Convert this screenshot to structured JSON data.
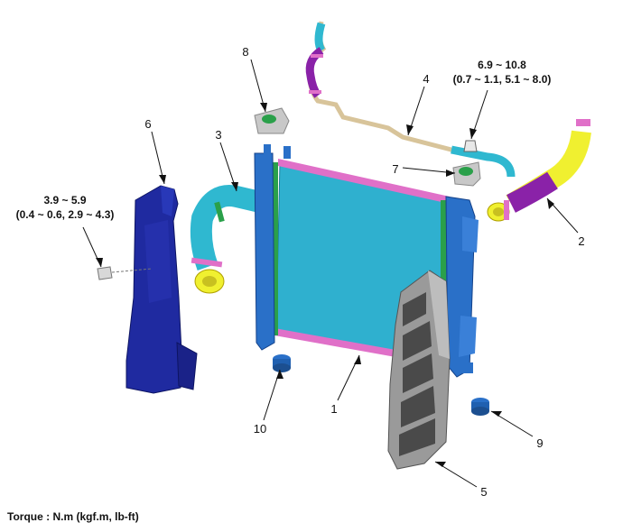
{
  "callouts": {
    "c1": "1",
    "c2": "2",
    "c3": "3",
    "c4": "4",
    "c5": "5",
    "c6": "6",
    "c7": "7",
    "c8": "8",
    "c9": "9",
    "c10": "10"
  },
  "torque_left": {
    "line1": "3.9 ~ 5.9",
    "line2": "(0.4 ~ 0.6, 2.9 ~ 4.3)"
  },
  "torque_right": {
    "line1": "6.9 ~ 10.8",
    "line2": "(0.7 ~ 1.1, 5.1 ~ 8.0)"
  },
  "footnote": "Torque : N.m (kgf.m, lb-ft)",
  "colors": {
    "core": "#2fb0cf",
    "tank": "#2a70c8",
    "navy": "#1f2aa0",
    "yellow": "#f0f030",
    "purple": "#8a22a8",
    "pink": "#e070c8",
    "tan": "#d8c49a",
    "green": "#2aa04a",
    "grey": "#9a9a9a"
  }
}
